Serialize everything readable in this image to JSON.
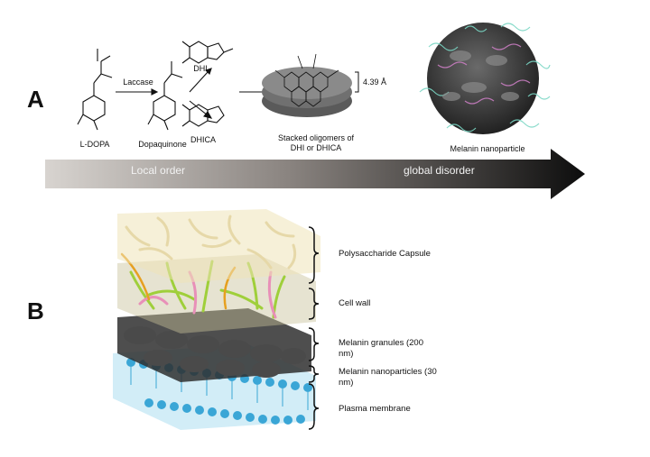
{
  "panel_a": {
    "letter": "A",
    "enzyme": "Laccase",
    "compounds": [
      {
        "id": "ldopa",
        "label": "L-DOPA"
      },
      {
        "id": "dopaquinone",
        "label": "Dopaquinone"
      },
      {
        "id": "dhi",
        "label": "DHI"
      },
      {
        "id": "dhica",
        "label": "DHICA"
      }
    ],
    "stack_label": "Stacked oligomers of DHI or DHICA",
    "stack_spacing": "4.39 Å",
    "nanoparticle_label": "Melanin nanoparticle",
    "gradient_arrow": {
      "left_label": "Local order",
      "right_label": "global disorder"
    }
  },
  "panel_b": {
    "letter": "B",
    "layers": [
      {
        "id": "capsule",
        "label": "Polysaccharide Capsule"
      },
      {
        "id": "cell-wall",
        "label": "Cell wall"
      },
      {
        "id": "granules",
        "label": "Melanin granules (200 nm)"
      },
      {
        "id": "nanoparticles",
        "label": "Melanin nanoparticles (30 nm)"
      },
      {
        "id": "membrane",
        "label": "Plasma membrane"
      }
    ]
  },
  "colors": {
    "capsule": "#e6d8a8",
    "fibers": "#9fcf3a",
    "fibers_pink": "#e890b8",
    "granule": "#3b3b3b",
    "membrane": "#3aa6d6",
    "arrow_dark": "#111111",
    "arrow_light": "#d8d4d0"
  }
}
